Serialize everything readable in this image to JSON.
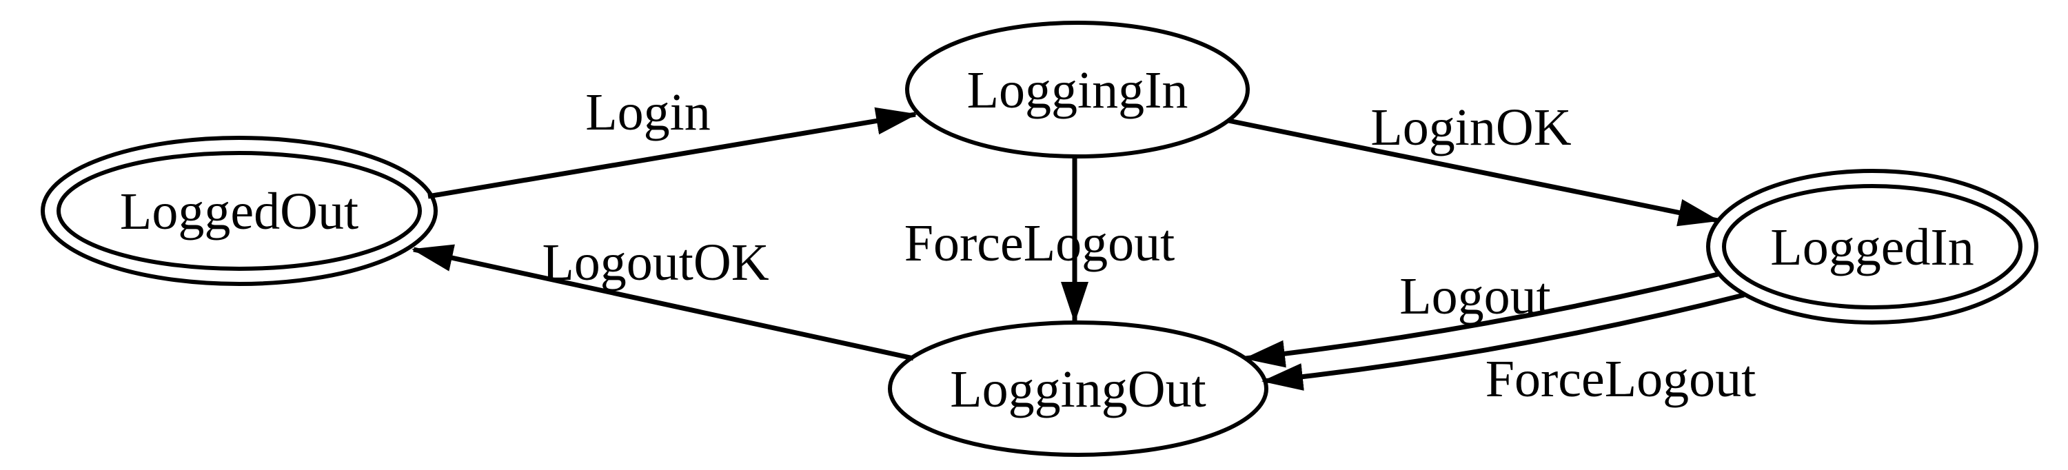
{
  "page": {
    "background_color": "#ffffff",
    "stroke_color": "#000000",
    "text_color": "#000000"
  },
  "graph": {
    "type": "state-machine-diagram",
    "nodes": [
      {
        "id": "LoggedOut",
        "label": "LoggedOut",
        "shape": "double-ellipse"
      },
      {
        "id": "LoggingIn",
        "label": "LoggingIn",
        "shape": "ellipse"
      },
      {
        "id": "LoggingOut",
        "label": "LoggingOut",
        "shape": "ellipse"
      },
      {
        "id": "LoggedIn",
        "label": "LoggedIn",
        "shape": "double-ellipse"
      }
    ],
    "edges": [
      {
        "from": "LoggedOut",
        "to": "LoggingIn",
        "label": "Login"
      },
      {
        "from": "LoggingIn",
        "to": "LoggedIn",
        "label": "LoginOK"
      },
      {
        "from": "LoggingIn",
        "to": "LoggingOut",
        "label": "ForceLogout"
      },
      {
        "from": "LoggedIn",
        "to": "LoggingOut",
        "label": "Logout"
      },
      {
        "from": "LoggedIn",
        "to": "LoggingOut",
        "label": "ForceLogout"
      },
      {
        "from": "LoggingOut",
        "to": "LoggedOut",
        "label": "LogoutOK"
      }
    ]
  }
}
